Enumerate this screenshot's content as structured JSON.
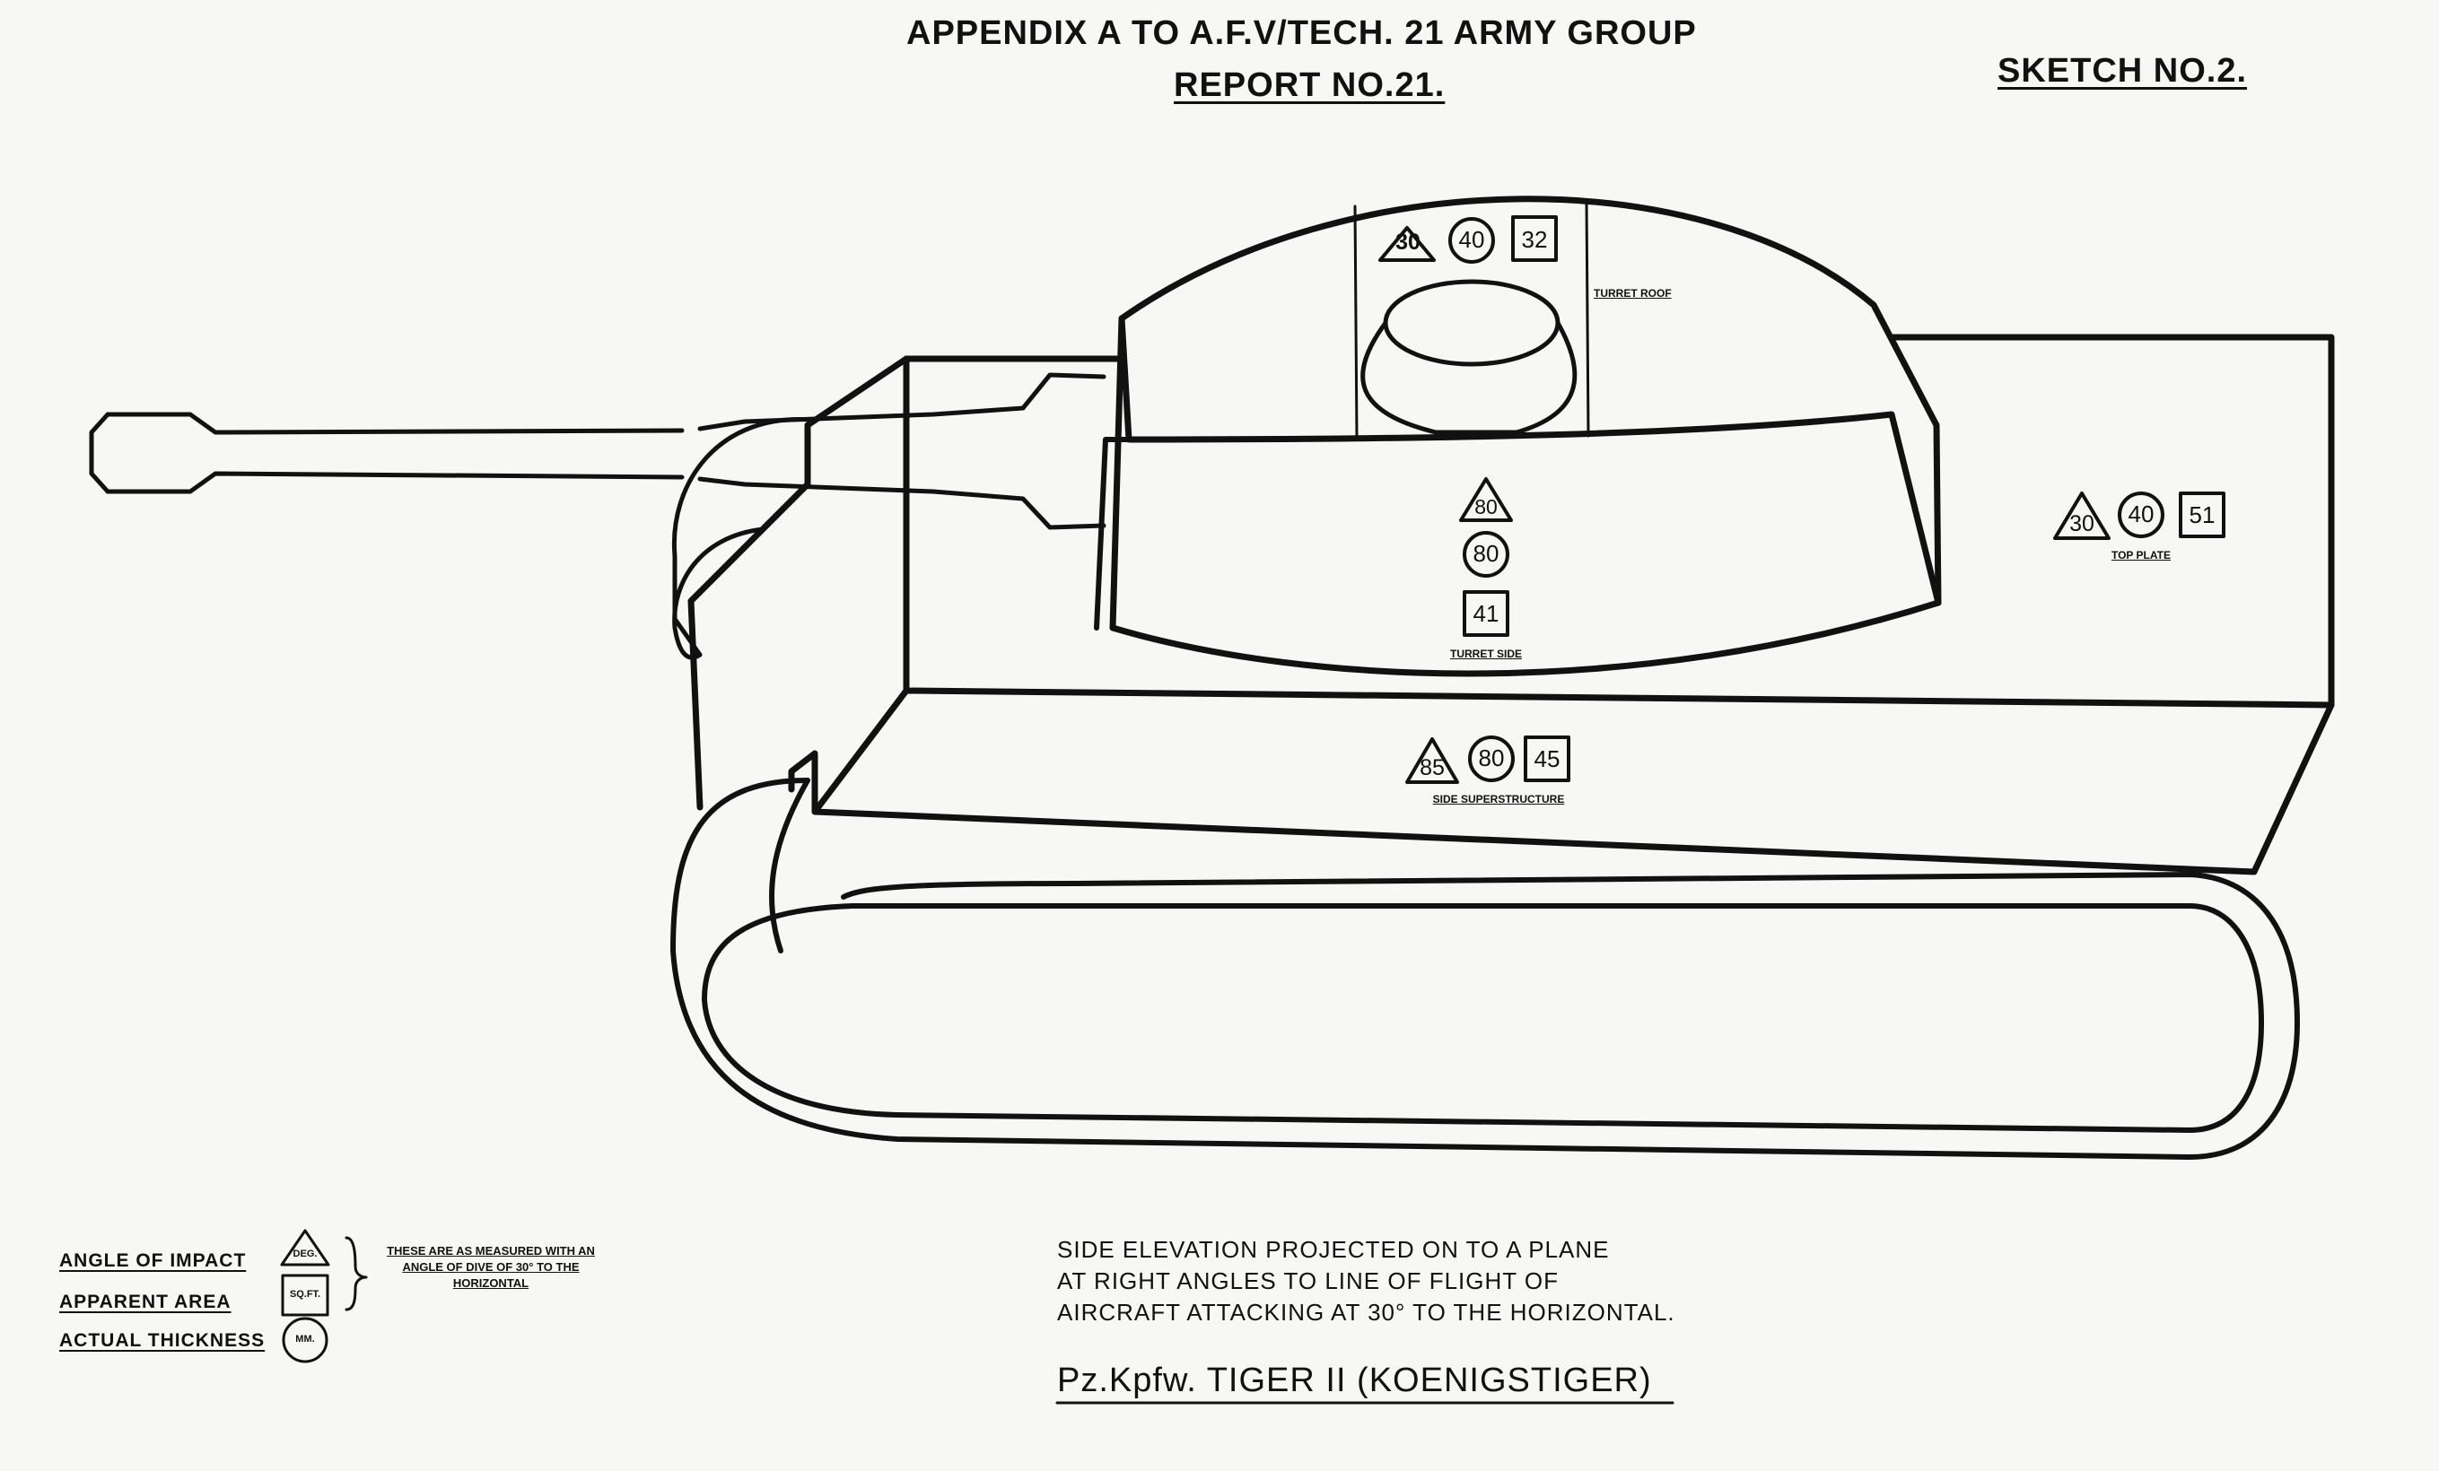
{
  "header": {
    "appendix": "APPENDIX A TO A.F.V/TECH. 21 ARMY GROUP",
    "report": "REPORT No.21.",
    "sketch": "SKETCH No.2."
  },
  "labels": {
    "turret_roof": {
      "angle": "30",
      "thickness": "40",
      "area": "32",
      "name": "TURRET ROOF"
    },
    "turret_side": {
      "angle": "80",
      "thickness": "80",
      "area": "41",
      "name": "TURRET SIDE"
    },
    "top_plate": {
      "angle": "30",
      "thickness": "40",
      "area": "51",
      "name": "TOP PLATE"
    },
    "side_superstructure": {
      "angle": "85",
      "thickness": "80",
      "area": "45",
      "name": "SIDE SUPERSTRUCTURE"
    }
  },
  "legend": {
    "angle_label": "ANGLE OF IMPACT",
    "area_label": "APPARENT AREA",
    "thickness_label": "ACTUAL THICKNESS",
    "angle_symbol": "DEG.",
    "area_symbol": "SQ.FT.",
    "thickness_symbol": "MM.",
    "note_1": "THESE ARE AS MEASURED WITH AN",
    "note_2": "ANGLE OF DIVE OF 30° TO THE",
    "note_3": "HORIZONTAL"
  },
  "caption": {
    "line1": "SIDE ELEVATION PROJECTED ON TO A PLANE",
    "line2": "AT RIGHT ANGLES TO LINE OF FLIGHT OF",
    "line3": "AIRCRAFT ATTACKING AT 30° TO THE HORIZONTAL."
  },
  "title": "Pz.Kpfw. TIGER II (KOENIGSTIGER)"
}
